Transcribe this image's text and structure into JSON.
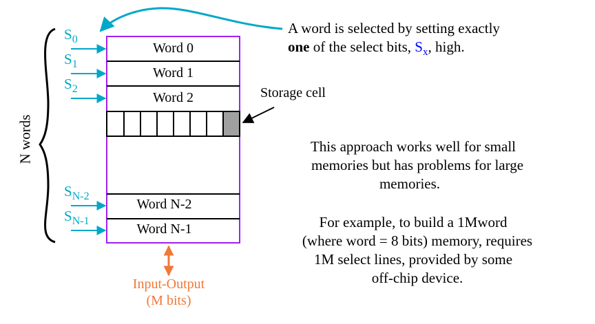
{
  "colors": {
    "purple": "#a020f0",
    "cyan": "#00a8c8",
    "orange": "#f07838",
    "blue": "#0000ff",
    "gray": "#a0a0a0",
    "black": "#000000"
  },
  "left_label": "N words",
  "select_lines": [
    {
      "base": "S",
      "sub": "0"
    },
    {
      "base": "S",
      "sub": "1"
    },
    {
      "base": "S",
      "sub": "2"
    },
    {
      "base": "S",
      "sub": "N-2"
    },
    {
      "base": "S",
      "sub": "N-1"
    }
  ],
  "words": [
    "Word 0",
    "Word 1",
    "Word 2",
    "Word N-2",
    "Word N-1"
  ],
  "storage_cell_label": "Storage cell",
  "io_label": {
    "line1": "Input-Output",
    "line2": "(M bits)"
  },
  "note_top": {
    "line1": "A word is selected by setting exactly",
    "line2_bold": "one",
    "line2_mid": " of the select bits, ",
    "sx_base": "S",
    "sx_sub": "x",
    "line2_end": ", high."
  },
  "note_mid": [
    "This approach works well for small",
    "memories but has problems for large",
    "memories."
  ],
  "note_bottom": [
    "For example, to build a 1Mword",
    "(where word = 8 bits) memory, requires",
    "1M select lines, provided by some",
    "off-chip device."
  ]
}
